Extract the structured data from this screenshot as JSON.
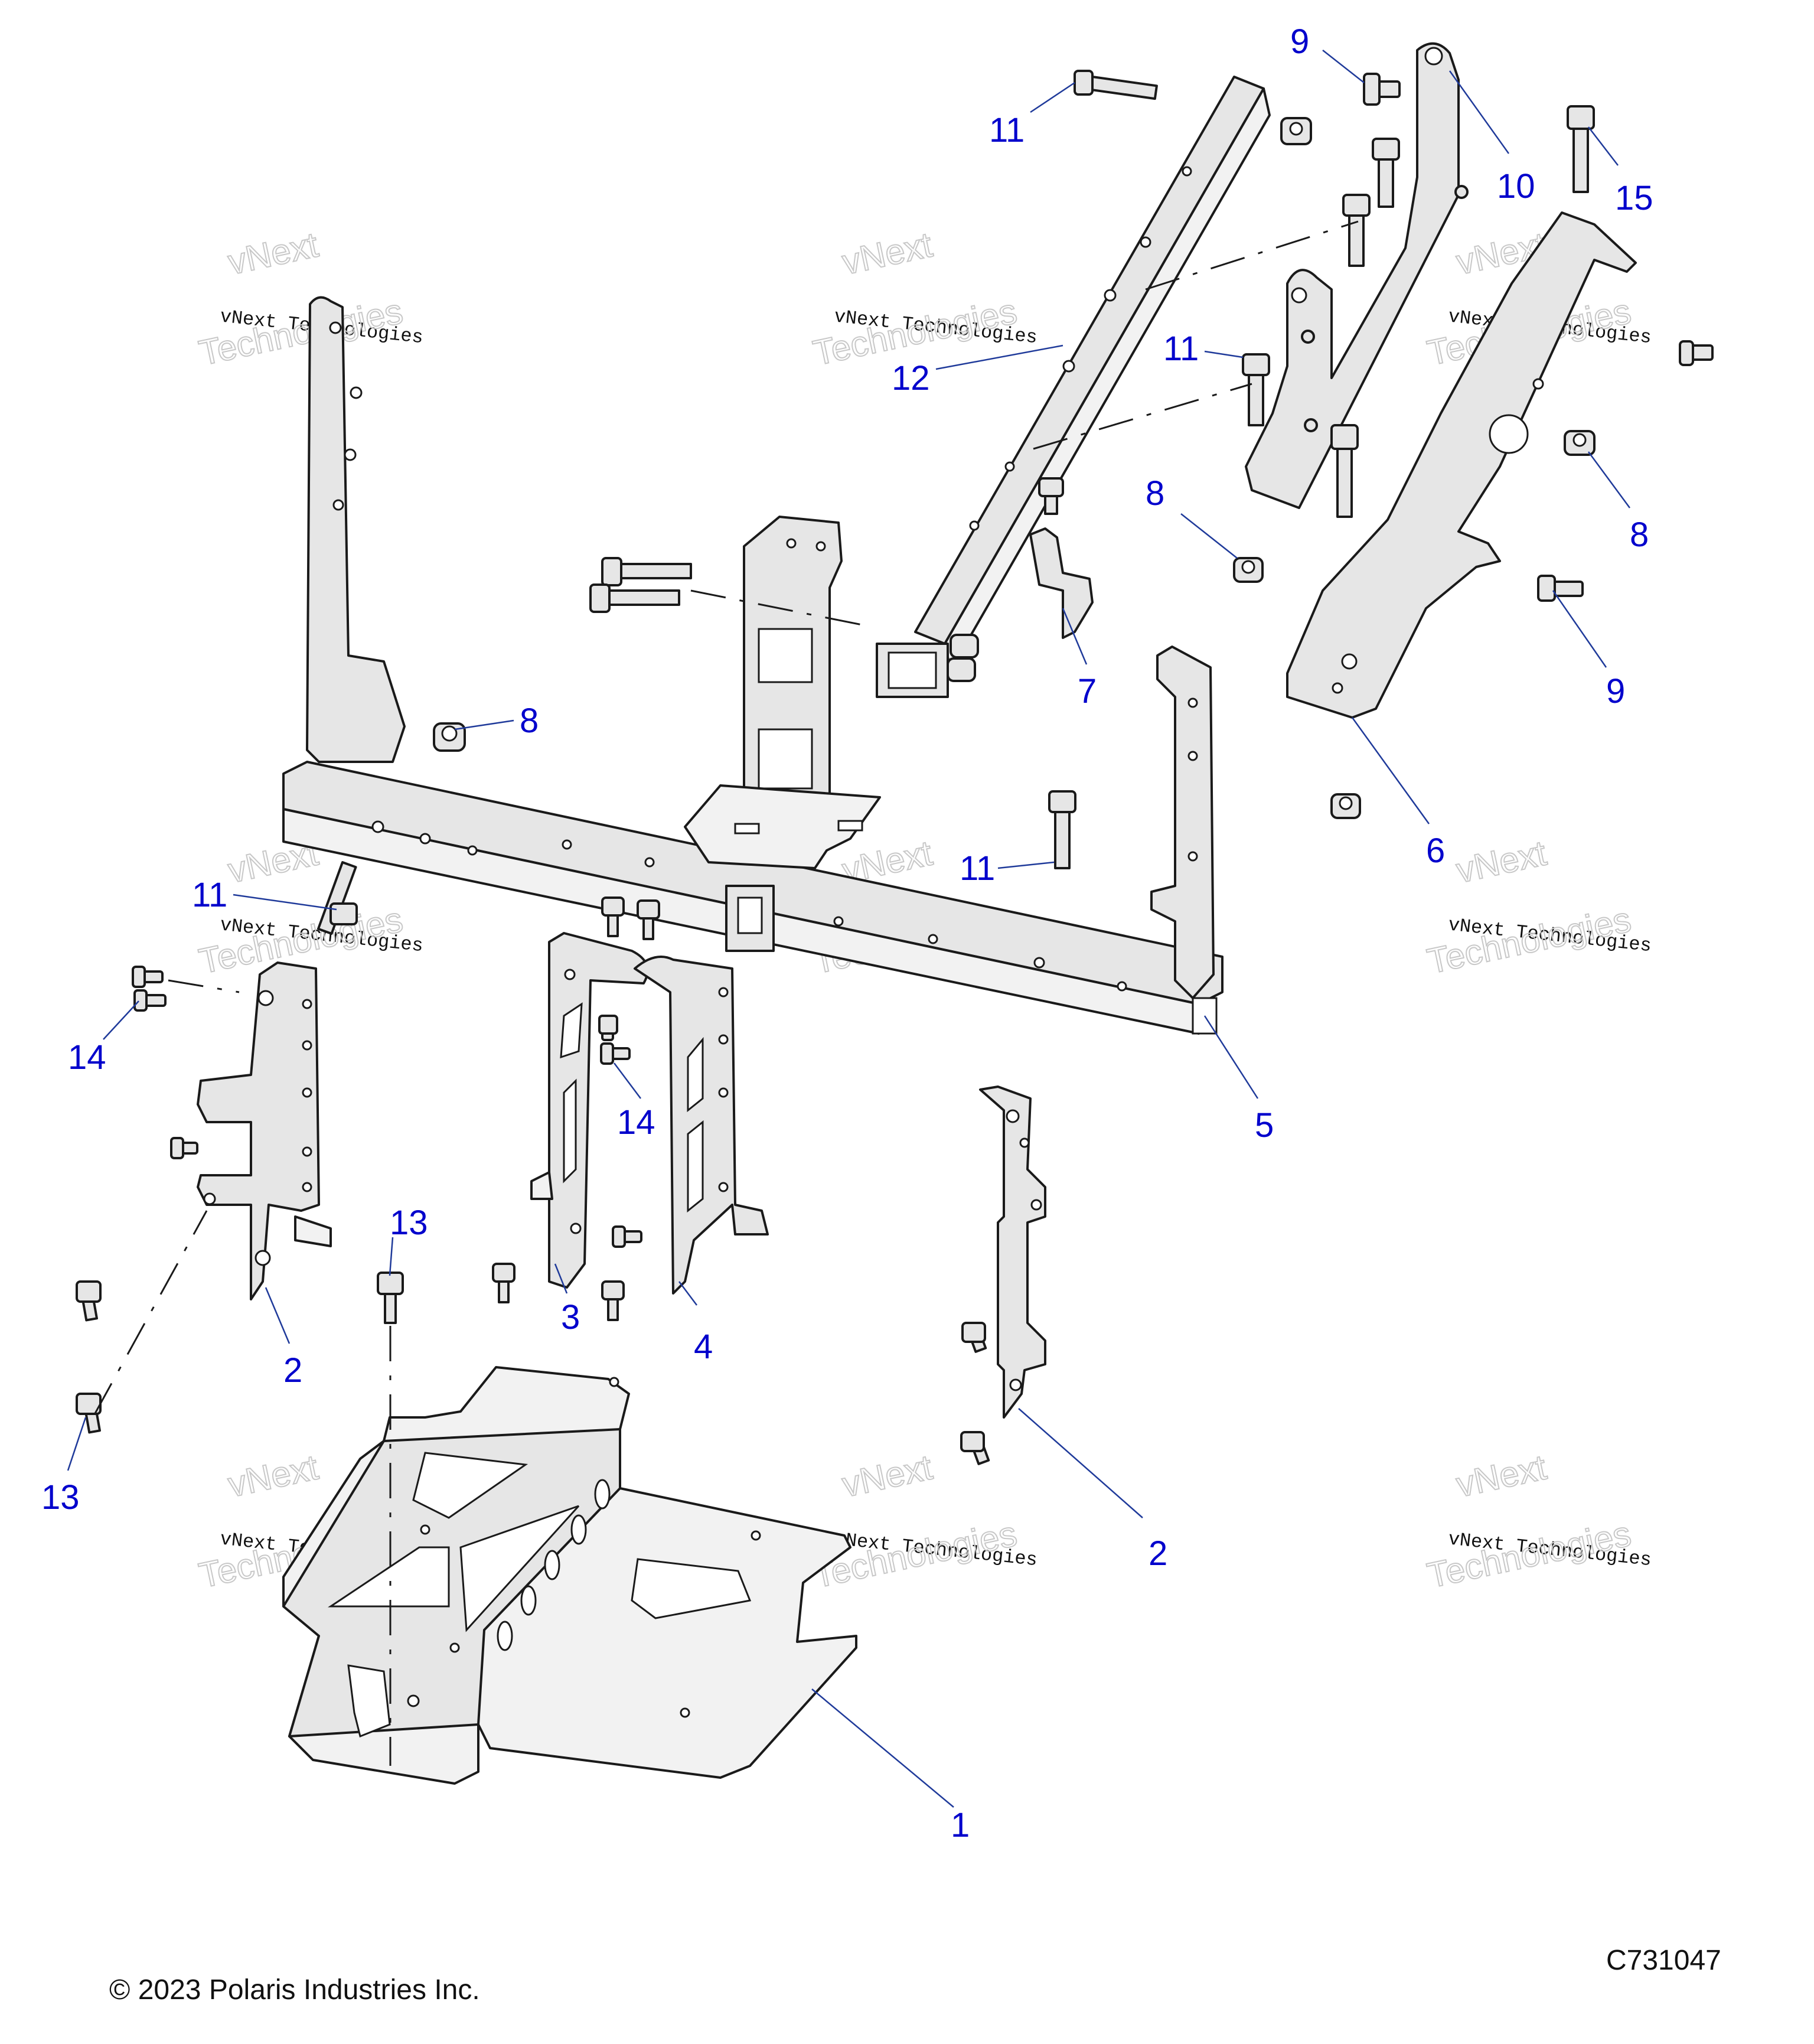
{
  "copyright": "© 2023 Polaris Industries Inc.",
  "diagram_id": "C731047",
  "watermark": {
    "line1": "vNext Technologies",
    "big_top": "vNext",
    "big_bottom": "Technologies"
  },
  "callouts": [
    {
      "label": "1"
    },
    {
      "label": "2"
    },
    {
      "label": "2"
    },
    {
      "label": "3"
    },
    {
      "label": "4"
    },
    {
      "label": "5"
    },
    {
      "label": "6"
    },
    {
      "label": "7"
    },
    {
      "label": "8"
    },
    {
      "label": "8"
    },
    {
      "label": "8"
    },
    {
      "label": "9"
    },
    {
      "label": "9"
    },
    {
      "label": "10"
    },
    {
      "label": "11"
    },
    {
      "label": "11"
    },
    {
      "label": "11"
    },
    {
      "label": "11"
    },
    {
      "label": "12"
    },
    {
      "label": "13"
    },
    {
      "label": "13"
    },
    {
      "label": "14"
    },
    {
      "label": "14"
    },
    {
      "label": "15"
    }
  ],
  "colors": {
    "callout_text": "#0000cc",
    "leader_line": "#1f3a9a",
    "part_fill": "#e6e6e6",
    "outline": "#1a1a1a"
  }
}
